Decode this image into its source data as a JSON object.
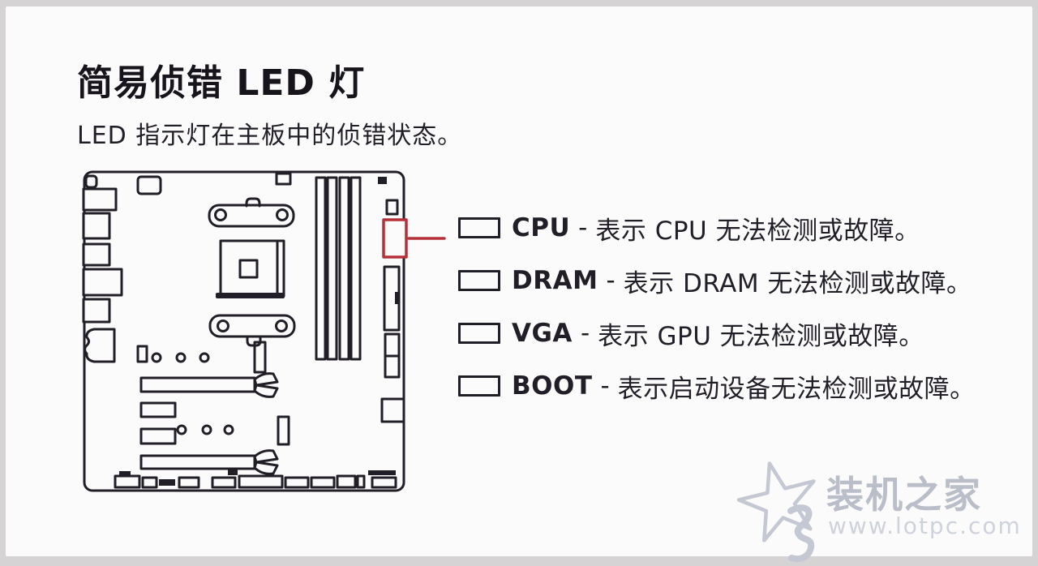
{
  "page": {
    "title": "简易侦错 LED 灯",
    "subtitle": "LED 指示灯在主板中的侦错状态。"
  },
  "legend": {
    "separator": "-",
    "items": [
      {
        "label": "CPU",
        "desc": "表示 CPU 无法检测或故障。"
      },
      {
        "label": "DRAM",
        "desc": "表示 DRAM 无法检测或故障。"
      },
      {
        "label": "VGA",
        "desc": "表示 GPU 无法检测或故障。"
      },
      {
        "label": "BOOT",
        "desc": "表示启动设备无法检测或故障。"
      }
    ]
  },
  "diagram": {
    "line_color": "#221e27",
    "highlight_color": "#b63039",
    "background": "#fcfbfb"
  },
  "watermark": {
    "site_name": "装机之家",
    "site_url": "www.lotpc.com",
    "color": "#b9bec9"
  }
}
